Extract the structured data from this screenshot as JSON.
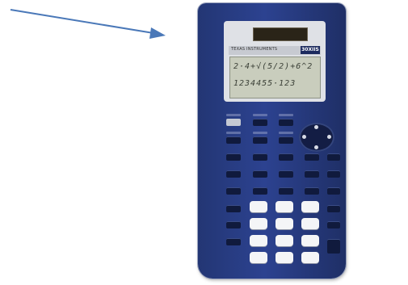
{
  "arrow": {
    "color": "#4a78b8",
    "icon": "pointer-arrow"
  },
  "calculator": {
    "body_color": "#2c4290",
    "brand_text": "TEXAS INSTRUMENTS",
    "model_text": "30XIIS",
    "display_line_1": "2·4+√(5/2)+6^2",
    "display_line_2": "1234455·123"
  }
}
